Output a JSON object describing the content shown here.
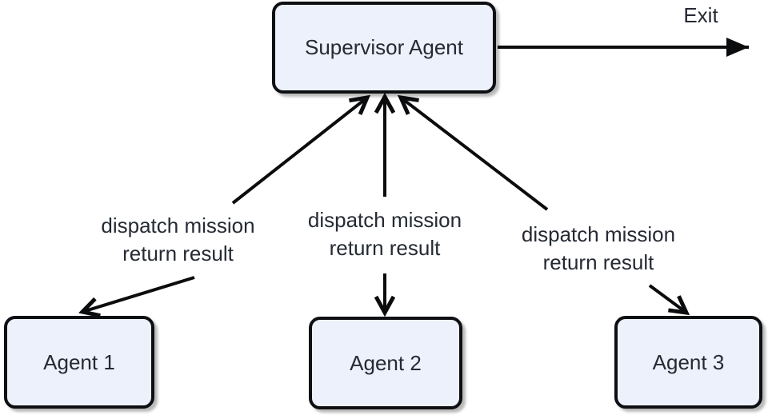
{
  "diagram": {
    "type": "flowchart",
    "background": "#ffffff",
    "node_fill": "#ecf1fb",
    "node_border_color": "#0d0f12",
    "edge_color": "#0b0c0e",
    "text_color": "#252a33"
  },
  "nodes": {
    "supervisor": {
      "label": "Supervisor Agent"
    },
    "agent1": {
      "label": "Agent 1"
    },
    "agent2": {
      "label": "Agent 2"
    },
    "agent3": {
      "label": "Agent 3"
    }
  },
  "edges": {
    "exit": {
      "label": "Exit"
    },
    "supervisor_agent1": {
      "label_line1": "dispatch mission",
      "label_line2": "return result"
    },
    "supervisor_agent2": {
      "label_line1": "dispatch mission",
      "label_line2": "return result"
    },
    "supervisor_agent3": {
      "label_line1": "dispatch mission",
      "label_line2": "return result"
    }
  }
}
